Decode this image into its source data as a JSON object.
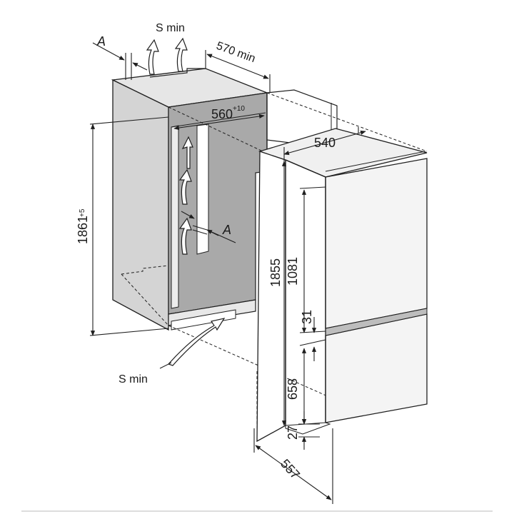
{
  "labels": {
    "s_min_top": "S min",
    "s_min_bottom": "S min",
    "a_top": "A",
    "a_mid": "A",
    "d570": "570 min",
    "d560": "560",
    "d560_tol": "+10",
    "d540": "540",
    "d1861": "1861",
    "d1861_tol": "+5",
    "d1855": "1855",
    "d1081": "1081",
    "d31": "31",
    "d658": "658",
    "d27": "27",
    "d557": "557"
  },
  "colors": {
    "line": "#1f1f1f",
    "niche_outer": "#d4d4d4",
    "niche_inner": "#a9a9a9",
    "niche_top": "#e6e6e6",
    "fridge_front": "#f4f4f4",
    "fridge_side": "#ffffff",
    "fridge_top": "#f0f0f0",
    "divider": "#bdbdbd"
  }
}
